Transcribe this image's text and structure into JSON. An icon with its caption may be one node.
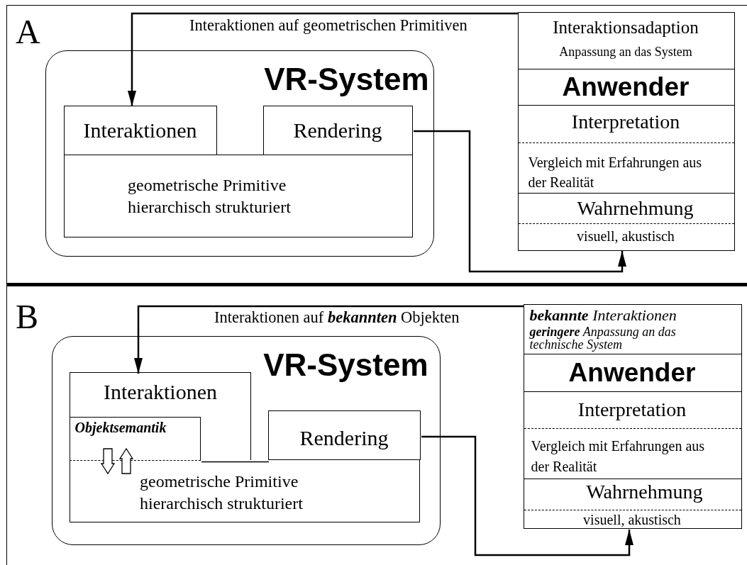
{
  "diagram": {
    "nodes": [
      {
        "text": [
          "A"
        ]
      },
      {
        "text": [
          "VR-System"
        ],
        "in": 0
      },
      {
        "text": [
          "Interaktionen"
        ],
        "in": 1
      },
      {
        "text": [
          "Rendering"
        ],
        "in": 1
      },
      {
        "text": [
          "geometrische Primitive hierarchisch strukturiert"
        ],
        "in": 1
      },
      {
        "text": [
          "Interaktionsadaption",
          "Anpassung an das System"
        ],
        "in": 0
      },
      {
        "text": [
          "Anwender"
        ],
        "in": 0
      },
      {
        "text": [
          "Interpretation",
          "Vergleich mit Erfahrungen aus der Realität"
        ],
        "in": 0
      },
      {
        "text": [
          "Wahrnehmung",
          "visuell, akustisch"
        ],
        "in": 0
      },
      {
        "text": [
          "B"
        ]
      },
      {
        "text": [
          "VR-System"
        ],
        "in": 9
      },
      {
        "text": [
          "Interaktionen"
        ],
        "in": 10
      },
      {
        "text": [
          "Objektsemantik"
        ],
        "in": 11
      },
      {
        "text": [
          "Rendering"
        ],
        "in": 10
      },
      {
        "text": [
          "geometrische Primitive hierarchisch strukturiert"
        ],
        "in": 10
      },
      {
        "text": [
          "**bekannte** Interaktionen",
          "**geringere** Anpassung an das technische System"
        ],
        "in": 9
      },
      {
        "text": [
          "Anwender"
        ],
        "in": 9
      },
      {
        "text": [
          "Interpretation",
          "Vergleich mit Erfahrungen aus der Realität"
        ],
        "in": 9
      },
      {
        "text": [
          "Wahrnehmung",
          "visuell, akustisch"
        ],
        "in": 9
      }
    ],
    "edges": [
      {
        "from": 5,
        "to": 2,
        "arrow": "to",
        "label": "Interaktionen auf geometrischen Primitiven"
      },
      {
        "from": 3,
        "to": 8,
        "arrow": "to"
      },
      {
        "from": 15,
        "to": 11,
        "arrow": "to",
        "label": "Interaktionen auf **bekannten** Objekten"
      },
      {
        "from": 13,
        "to": 18,
        "arrow": "to"
      },
      {
        "from": 12,
        "to": 14,
        "arrow": "to"
      },
      {
        "from": 14,
        "to": 12,
        "arrow": "to"
      }
    ]
  }
}
